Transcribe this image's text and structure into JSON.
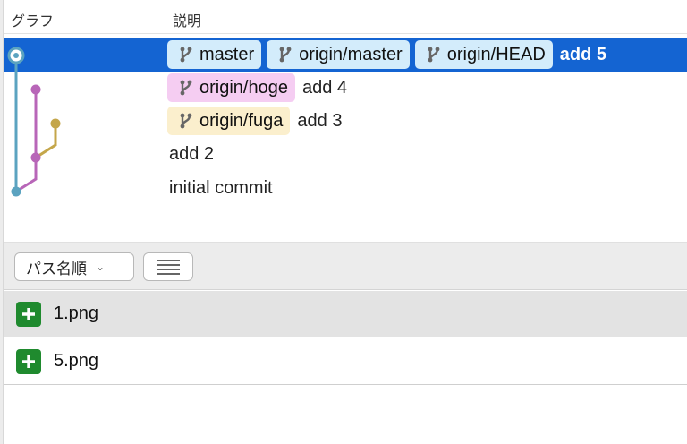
{
  "columns": {
    "graph": "グラフ",
    "description": "説明"
  },
  "commits": [
    {
      "refs": [
        {
          "label": "master",
          "color": "blue"
        },
        {
          "label": "origin/master",
          "color": "blue"
        },
        {
          "label": "origin/HEAD",
          "color": "blue"
        }
      ],
      "message": "add 5",
      "selected": true
    },
    {
      "refs": [
        {
          "label": "origin/hoge",
          "color": "pink"
        }
      ],
      "message": "add 4",
      "selected": false
    },
    {
      "refs": [
        {
          "label": "origin/fuga",
          "color": "yellow"
        }
      ],
      "message": "add 3",
      "selected": false
    },
    {
      "refs": [],
      "message": "add 2",
      "selected": false
    },
    {
      "refs": [],
      "message": "initial commit",
      "selected": false
    }
  ],
  "graph_colors": {
    "master": "#5ba3c0",
    "hoge": "#b866b8",
    "fuga": "#c4a64a"
  },
  "toolbar": {
    "sort_label": "パス名順",
    "sort_icon": "chevron-down-icon",
    "view_icon": "list-icon"
  },
  "files": [
    {
      "name": "1.png",
      "status": "added",
      "selected": true
    },
    {
      "name": "5.png",
      "status": "added",
      "selected": false
    }
  ],
  "colors": {
    "selection": "#1464d2",
    "added": "#1f8a2e"
  }
}
